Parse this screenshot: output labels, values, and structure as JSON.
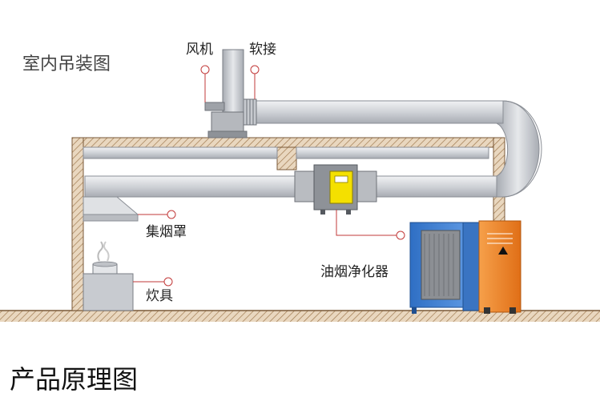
{
  "diagram": {
    "install_label": "室内吊装图",
    "section_title": "产品原理图",
    "callouts": {
      "fan": "风机",
      "soft_joint": "软接",
      "hood": "集烟罩",
      "stove": "炊具",
      "purifier": "油烟净化器"
    },
    "colors": {
      "duct": "#d6d8dc",
      "wall": "#b48a5e",
      "purifier_orange": "#f08a2c",
      "purifier_blue": "#3f7fd0",
      "control_panel": "#f4e000"
    }
  }
}
